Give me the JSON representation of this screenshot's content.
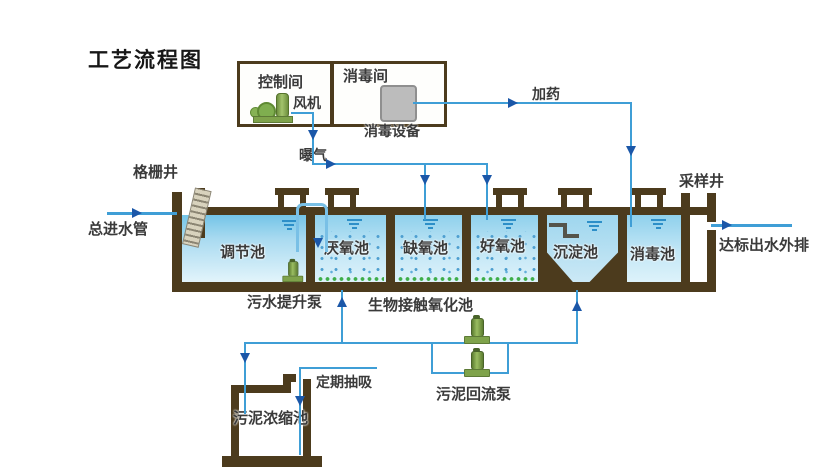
{
  "title": "工艺流程图",
  "building": {
    "control_room_label": "控制间",
    "fan_label": "风机",
    "disinfection_room_label": "消毒间",
    "disinfection_equipment_label": "消毒设备"
  },
  "pipes": {
    "dosing_label": "加药",
    "aeration_label": "曝气",
    "inlet_label": "总进水管",
    "outlet_label": "达标出水外排",
    "periodic_suction_label": "定期抽吸"
  },
  "wells": {
    "grid_well_label": "格栅井",
    "sampling_well_label": "采样井"
  },
  "tanks": [
    {
      "label": "调节池"
    },
    {
      "label": "厌氧池"
    },
    {
      "label": "缺氧池"
    },
    {
      "label": "好氧池"
    },
    {
      "label": "沉淀池"
    },
    {
      "label": "消毒池"
    }
  ],
  "annotations": {
    "lift_pump_label": "污水提升泵",
    "bio_oxidation_label": "生物接触氧化池",
    "sludge_thickening_tank_label": "污泥浓缩池",
    "sludge_return_pump_label": "污泥回流泵"
  },
  "colors": {
    "wall_brown": "#4c3b1d",
    "pipe_blue": "#3f9ed6",
    "pipe_light_blue": "#79c0e6",
    "arrow_navy": "#1b57a8",
    "water_blue_top": "#74c4e7",
    "water_blue_bottom": "#e2f4fb",
    "media_dot_blue": "#4e9fd0",
    "diffuser_green": "#3fae4a",
    "pump_green": "#6e8f3e",
    "equipment_gray": "#bcbcbc",
    "text_dark": "#3a3a3a"
  }
}
